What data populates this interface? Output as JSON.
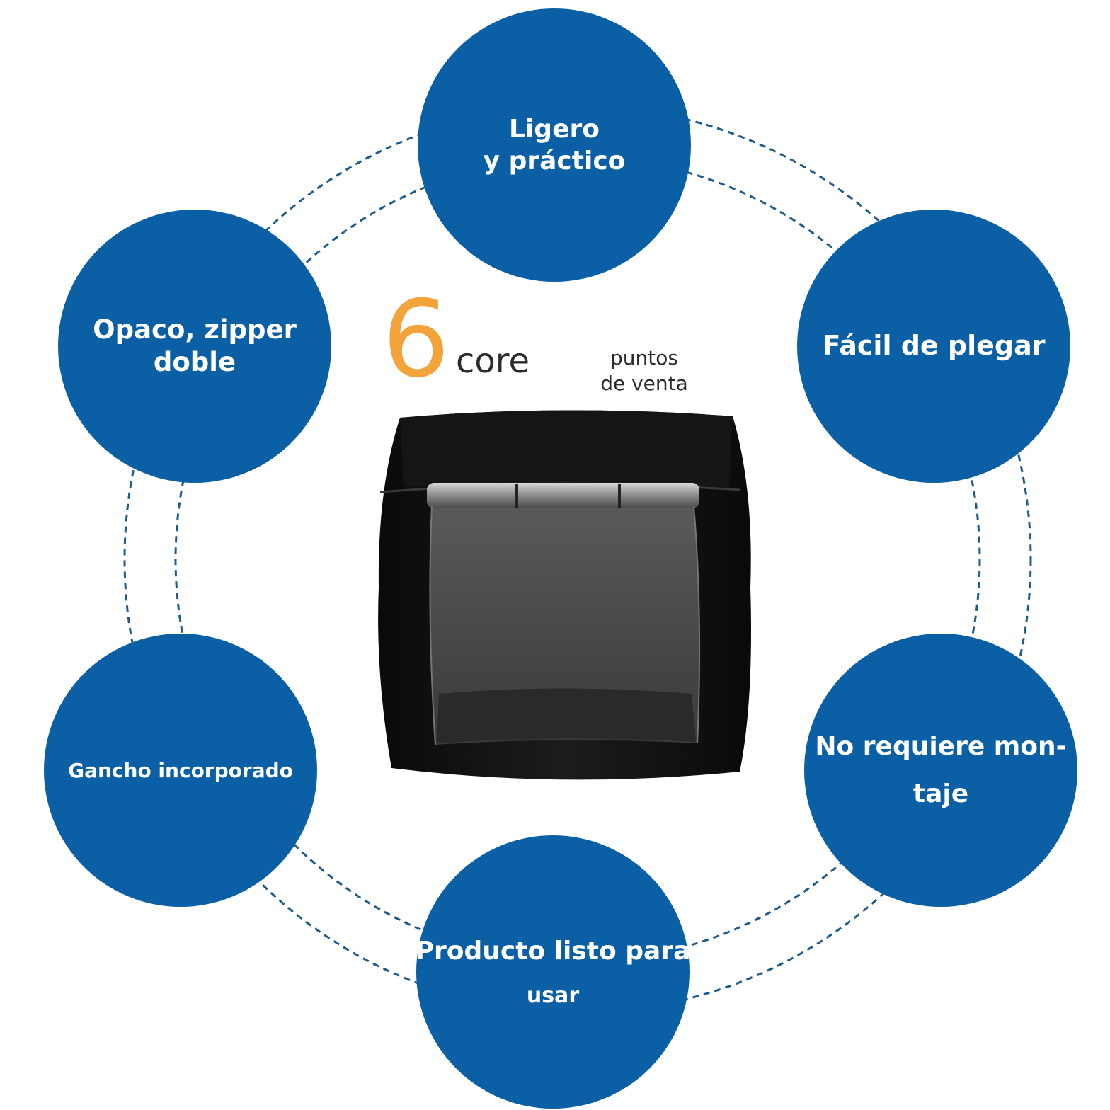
{
  "colors": {
    "bubble": "#0b5fa5",
    "accent_number": "#f2a43a",
    "ring_dash": "#1f5a8c"
  },
  "header": {
    "number": "6",
    "word": "core",
    "caption_line1": "puntos",
    "caption_line2": "de venta"
  },
  "features": {
    "top": {
      "line1": "Ligero",
      "line2": "y práctico"
    },
    "upper_left": {
      "line1": "Opaco, zipper",
      "line2": "doble"
    },
    "upper_right": {
      "line1": "Fácil de plegar"
    },
    "lower_left": {
      "line1": "Gancho incorporado"
    },
    "lower_right": {
      "line1": "No requiere mon-",
      "line2": "taje"
    },
    "bottom": {
      "line1": "Producto listo para",
      "line2": "usar"
    }
  },
  "product_image": {
    "icon": "pop-up-tent-image"
  }
}
